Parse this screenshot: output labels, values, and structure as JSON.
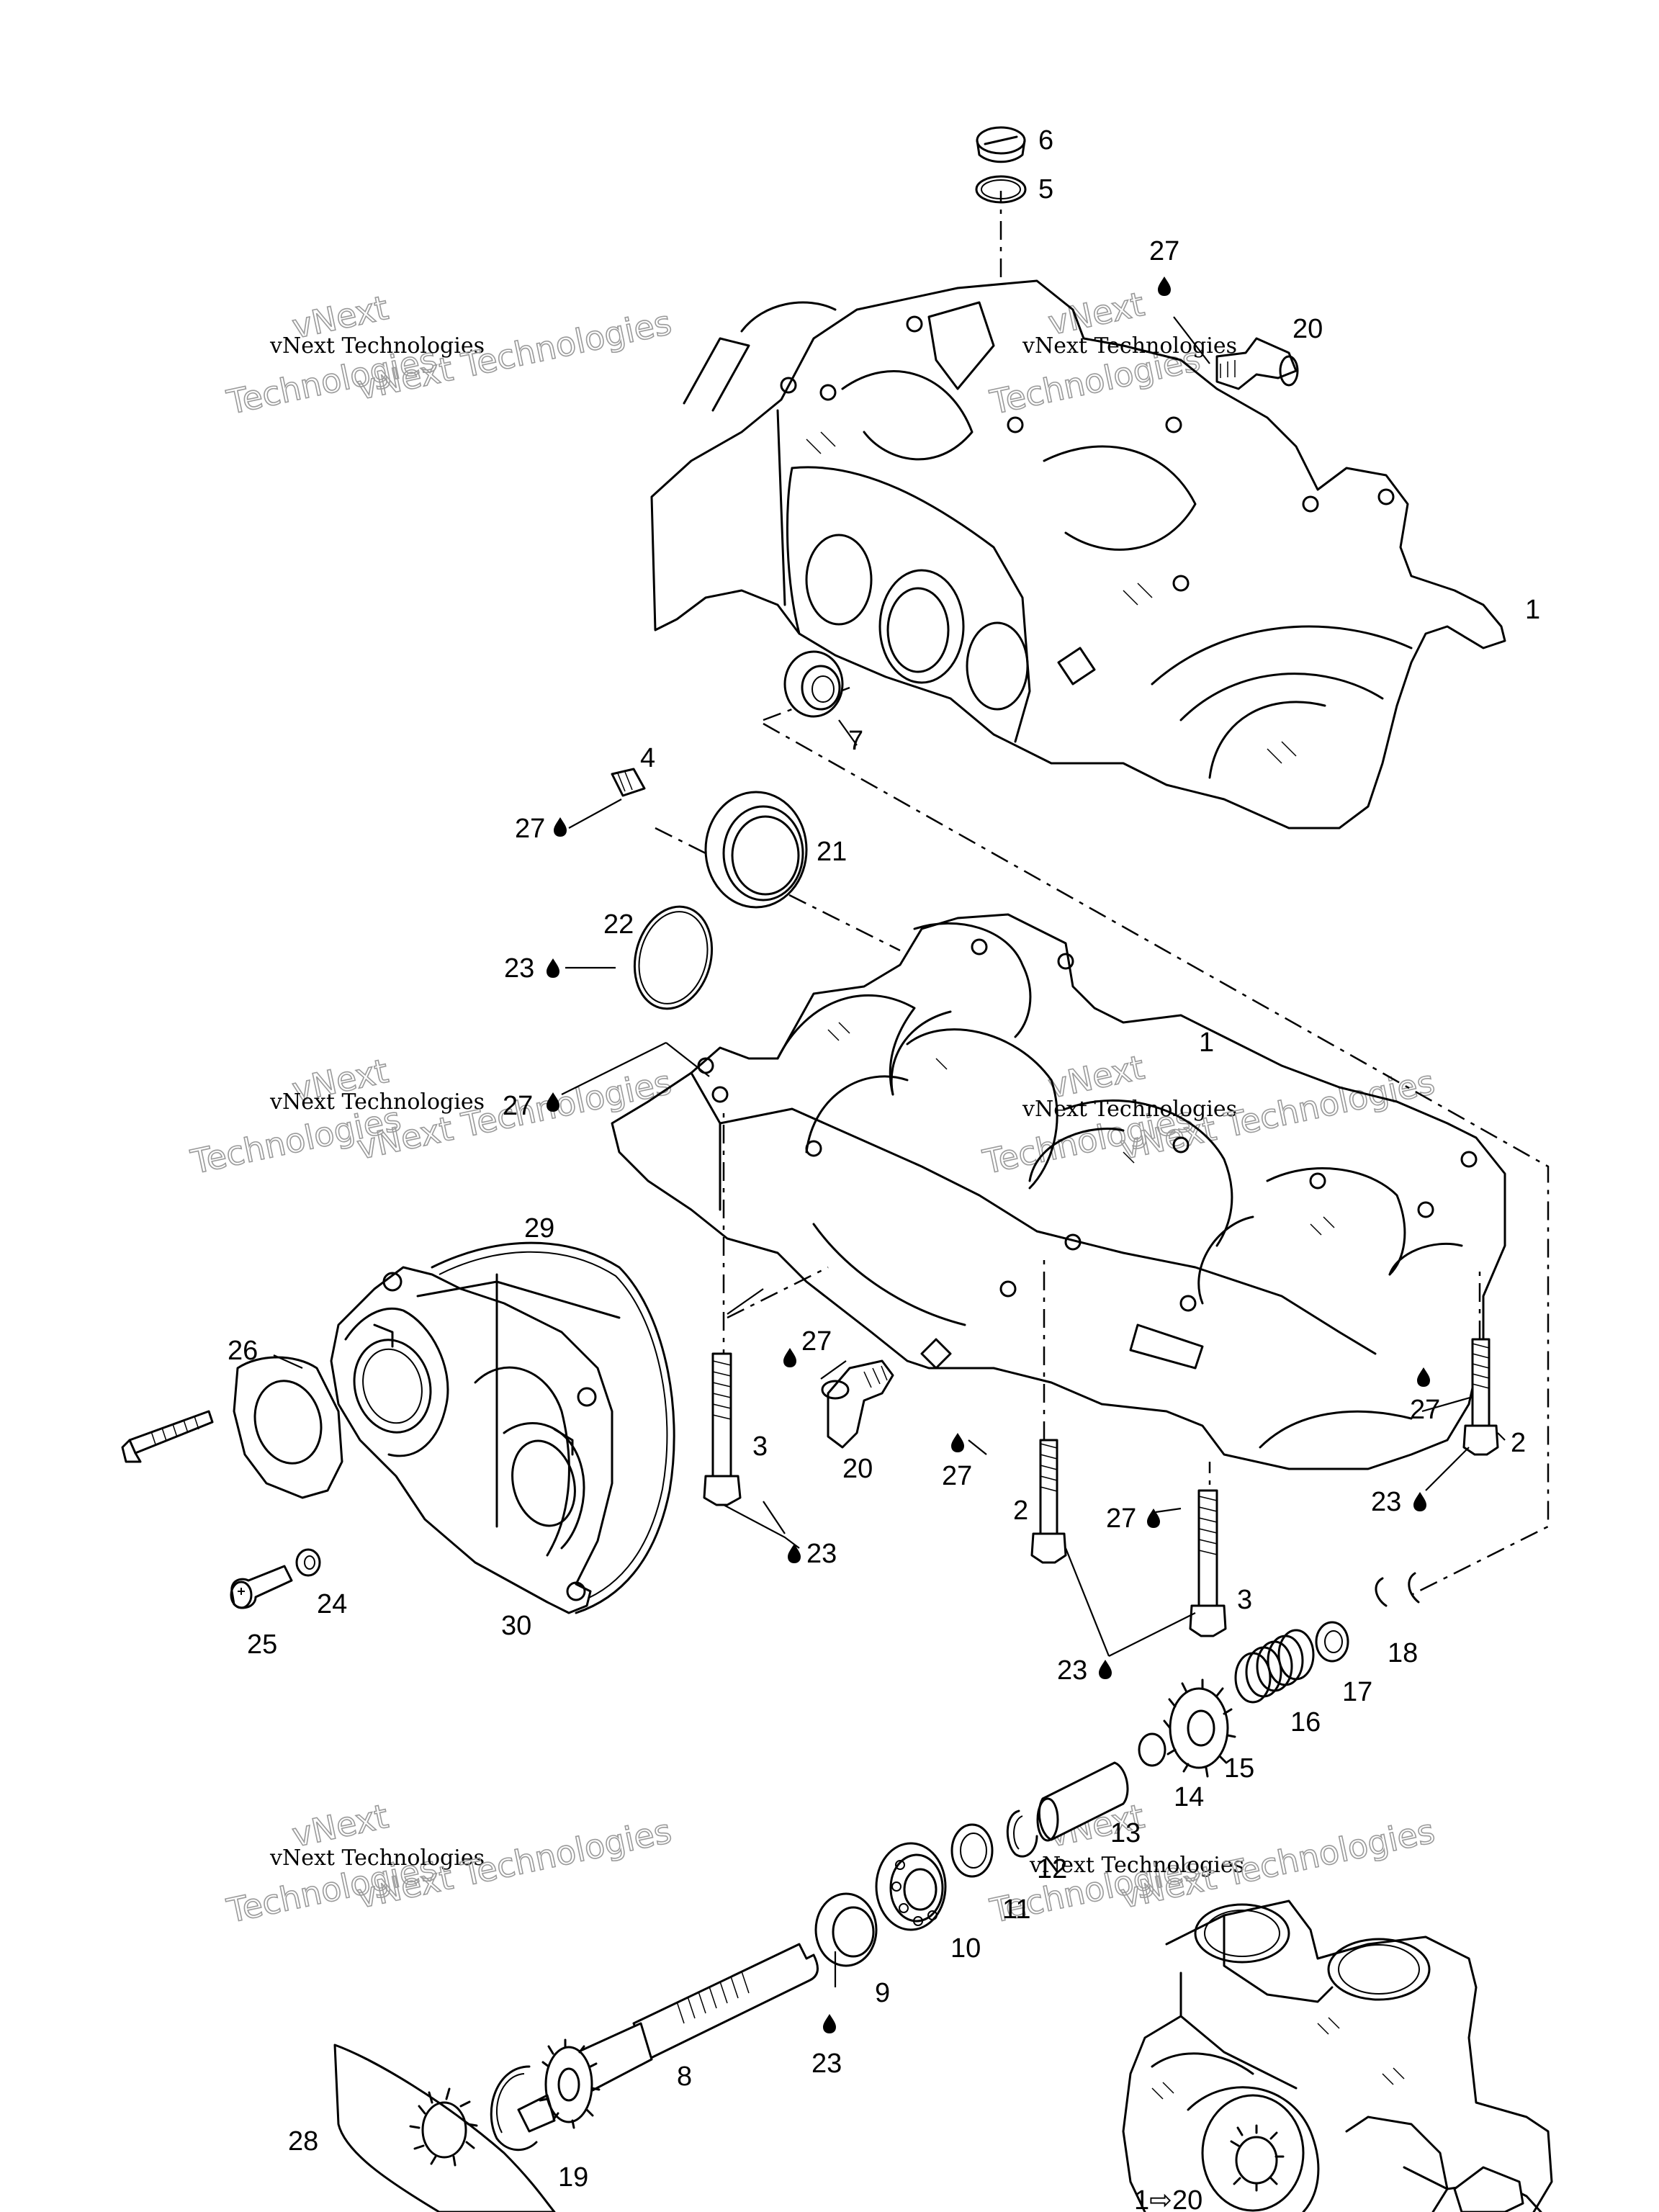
{
  "diagram": {
    "watermark": {
      "line1": "vNext Technologies",
      "line2": "Technologies",
      "line3": "vNext"
    },
    "callouts": {
      "c1a": "1",
      "c1b": "1",
      "c2a": "2",
      "c2b": "2",
      "c3a": "3",
      "c3b": "3",
      "c4": "4",
      "c5": "5",
      "c6": "6",
      "c7": "7",
      "c8": "8",
      "c9": "9",
      "c10": "10",
      "c11": "11",
      "c12": "12",
      "c13": "13",
      "c14": "14",
      "c15": "15",
      "c16": "16",
      "c17": "17",
      "c18": "18",
      "c19": "19",
      "c20a": "20",
      "c20b": "20",
      "c21": "21",
      "c22": "22",
      "c23a": "23",
      "c23b": "23",
      "c23c": "23",
      "c23d": "23",
      "c23e": "23",
      "c24": "24",
      "c25": "25",
      "c26": "26",
      "c27a": "27",
      "c27b": "27",
      "c27c": "27",
      "c27d": "27",
      "c27e": "27",
      "c27f": "27",
      "c27g": "27",
      "c28": "28",
      "c29": "29",
      "c30": "30",
      "ref": "1⇨20"
    },
    "icons": {
      "drop": "lubricant-drop-icon"
    }
  }
}
